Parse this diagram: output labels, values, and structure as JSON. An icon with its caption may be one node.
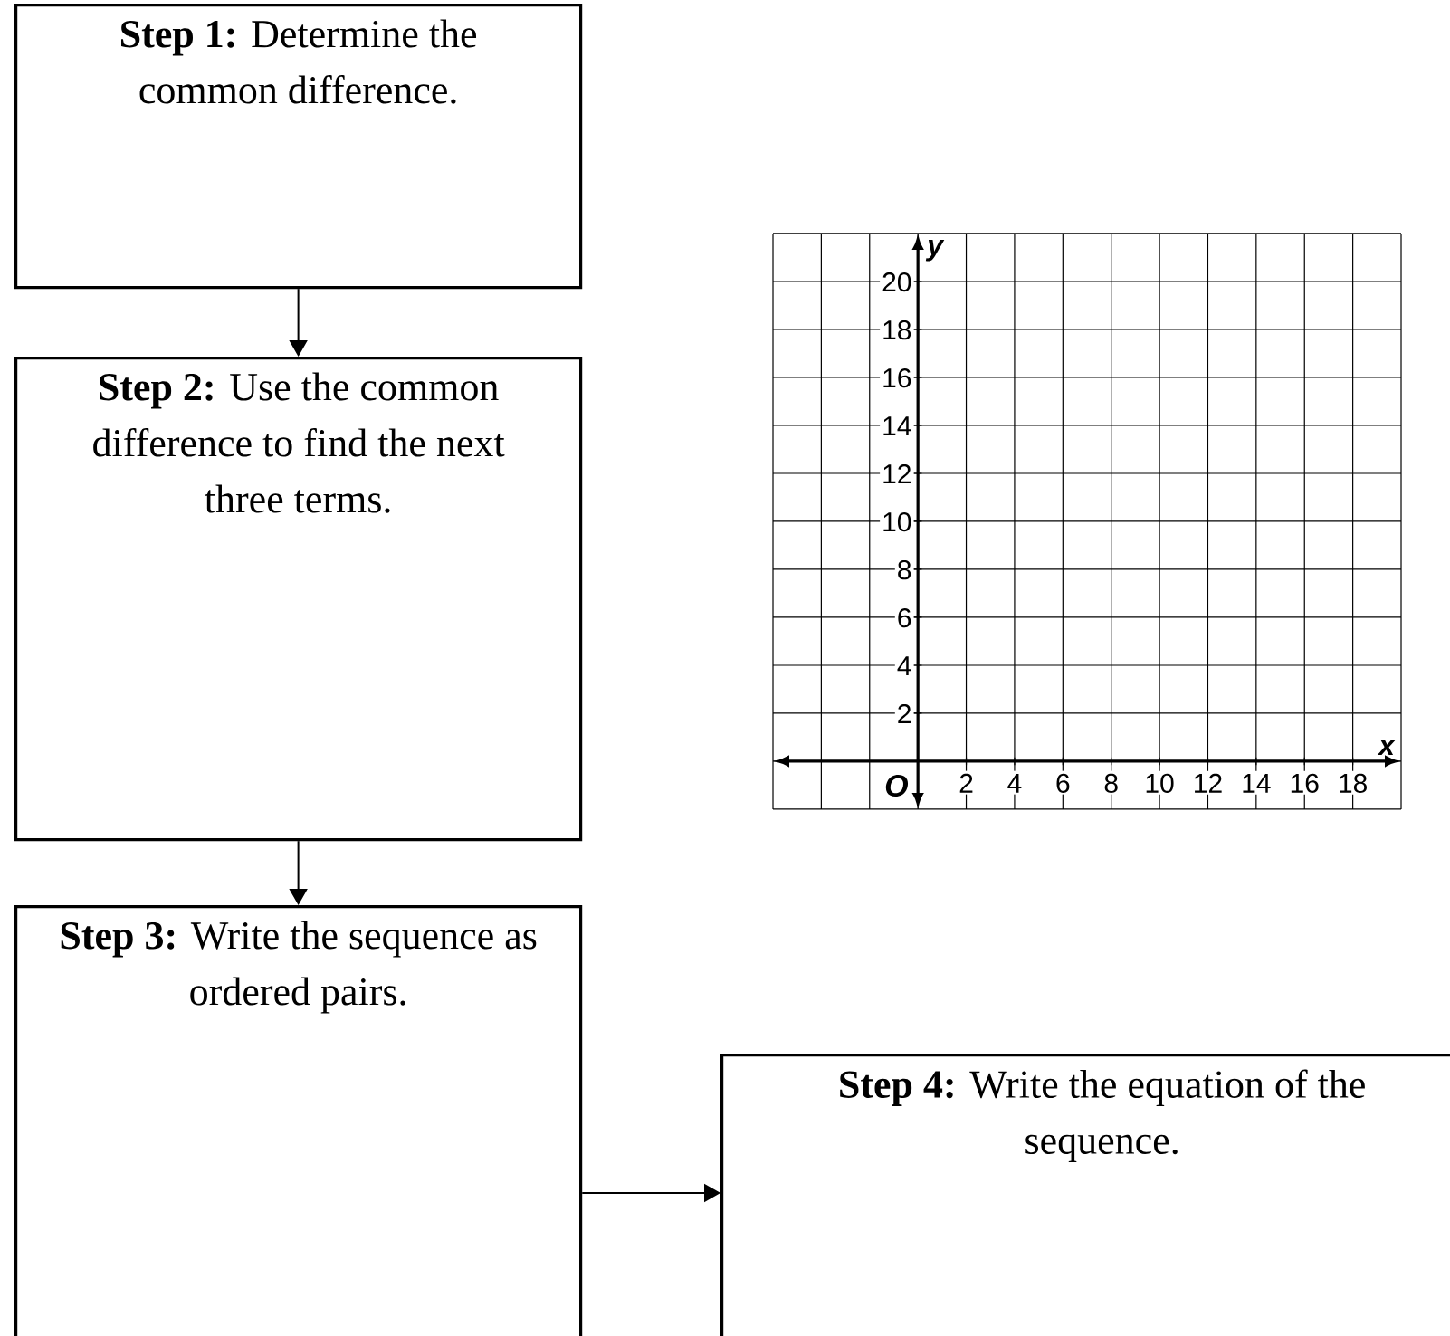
{
  "diagram": {
    "nodes": [
      {
        "text": [
          "**Step 1:** Determine the common difference."
        ]
      },
      {
        "text": [
          "**Step 2:** Use the common difference to find the next three terms."
        ]
      },
      {
        "text": [
          "**Step 3:** Write the sequence as ordered pairs."
        ]
      },
      {
        "text": [
          "**Step 4:** Write the equation of the sequence."
        ]
      }
    ],
    "edges": [
      {
        "from": 0,
        "to": 1,
        "arrow": "to"
      },
      {
        "from": 1,
        "to": 2,
        "arrow": "to"
      },
      {
        "from": 2,
        "to": 3,
        "arrow": "to"
      }
    ],
    "labels": [
      "O"
    ],
    "chart_data": {
      "type": "scatter",
      "xlabel": "x",
      "ylabel": "y",
      "xlim": [
        -6,
        20
      ],
      "ylim": [
        -2,
        22
      ],
      "xticks": [
        2,
        4,
        6,
        8,
        10,
        12,
        14,
        16,
        18
      ],
      "yticks": [
        2,
        4,
        6,
        8,
        10,
        12,
        14,
        16,
        18,
        20
      ],
      "grid": true
    }
  }
}
